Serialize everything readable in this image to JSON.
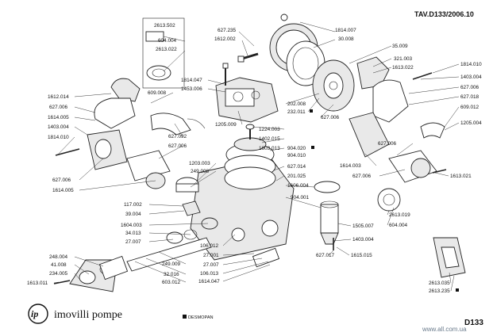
{
  "header": {
    "drawing_code": "TAV.D133/2006.10"
  },
  "footer": {
    "brand": "imovilli pompe",
    "logo_letters": "ip",
    "legend": "DESMOPAN",
    "page_code": "D133",
    "watermark": "www.all.com.ua"
  },
  "labels": [
    "2613.502",
    "604.004",
    "2613.022",
    "627.235",
    "1612.002",
    "1814.007",
    "30.008",
    "35.009",
    "321.003",
    "1613.022",
    "1814.010",
    "1403.004",
    "627.006",
    "627.018",
    "609.012",
    "1205.004",
    "1612.014",
    "627.006",
    "1614.005",
    "1403.004",
    "1814.010",
    "627.006",
    "1614.005",
    "609.008",
    "1814.047",
    "1453.006",
    "627.092",
    "627.006",
    "1205.009",
    "202.008",
    "232.011",
    "627.006",
    "1224.003",
    "1402.015",
    "1603.013",
    "904.020",
    "904.010",
    "627.014",
    "201.025",
    "1606.004",
    "904.001",
    "1203.003",
    "249.008",
    "117.002",
    "39.004",
    "1604.003",
    "34.013",
    "27.007",
    "248.004",
    "41.008",
    "234.005",
    "1613.011",
    "249.009",
    "32.016",
    "603.012",
    "106.012",
    "27.001",
    "27.007",
    "106.013",
    "1614.047",
    "1505.007",
    "1403.004",
    "627.017",
    "1615.015",
    "2613.019",
    "604.004",
    "1613.021",
    "627.006",
    "1614.003",
    "627.006",
    "2613.035",
    "2613.235"
  ]
}
